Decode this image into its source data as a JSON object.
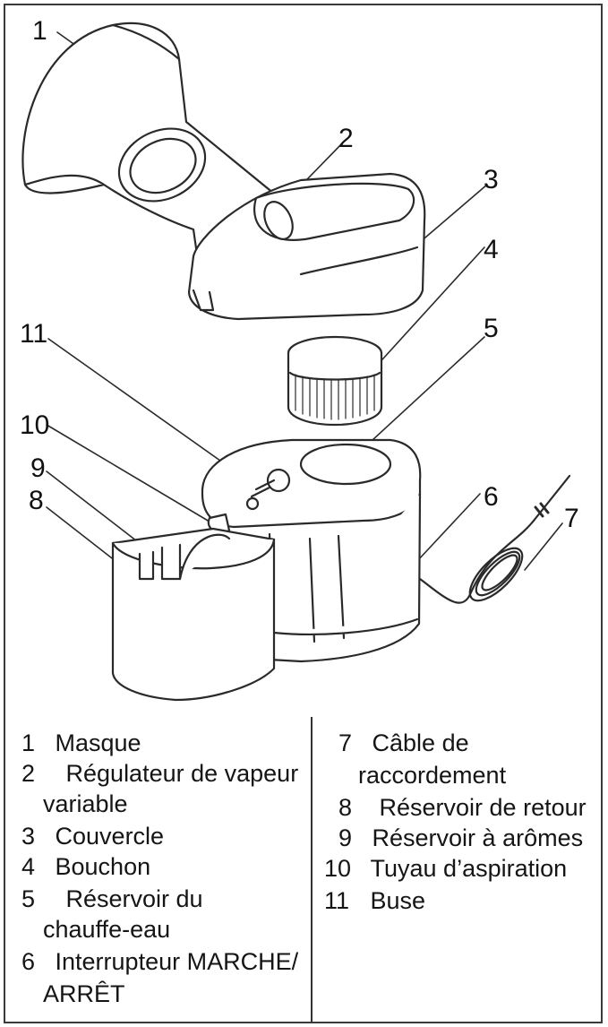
{
  "callouts": [
    {
      "n": "1"
    },
    {
      "n": "2"
    },
    {
      "n": "3"
    },
    {
      "n": "4"
    },
    {
      "n": "5"
    },
    {
      "n": "6"
    },
    {
      "n": "7"
    },
    {
      "n": "8"
    },
    {
      "n": "9"
    },
    {
      "n": "10"
    },
    {
      "n": "11"
    }
  ],
  "legend_left": [
    {
      "n": "1",
      "lines": [
        "Masque"
      ]
    },
    {
      "n": "2",
      "lines": [
        "Régulateur de vapeur",
        "variable"
      ]
    },
    {
      "n": "3",
      "lines": [
        "Couvercle"
      ]
    },
    {
      "n": "4",
      "lines": [
        "Bouchon"
      ]
    },
    {
      "n": "5",
      "lines": [
        "Réservoir du",
        "chauffe-eau"
      ]
    },
    {
      "n": "6",
      "lines": [
        "Interrupteur MARCHE/",
        "ARRÊT"
      ]
    }
  ],
  "legend_right": [
    {
      "n": "7",
      "lines": [
        "Câble de",
        "raccordement"
      ]
    },
    {
      "n": "8",
      "lines": [
        "Réservoir de retour"
      ]
    },
    {
      "n": "9",
      "lines": [
        "Réservoir à arômes"
      ]
    },
    {
      "n": "10",
      "lines": [
        "Tuyau d’aspiration"
      ]
    },
    {
      "n": "11",
      "lines": [
        "Buse"
      ]
    }
  ]
}
